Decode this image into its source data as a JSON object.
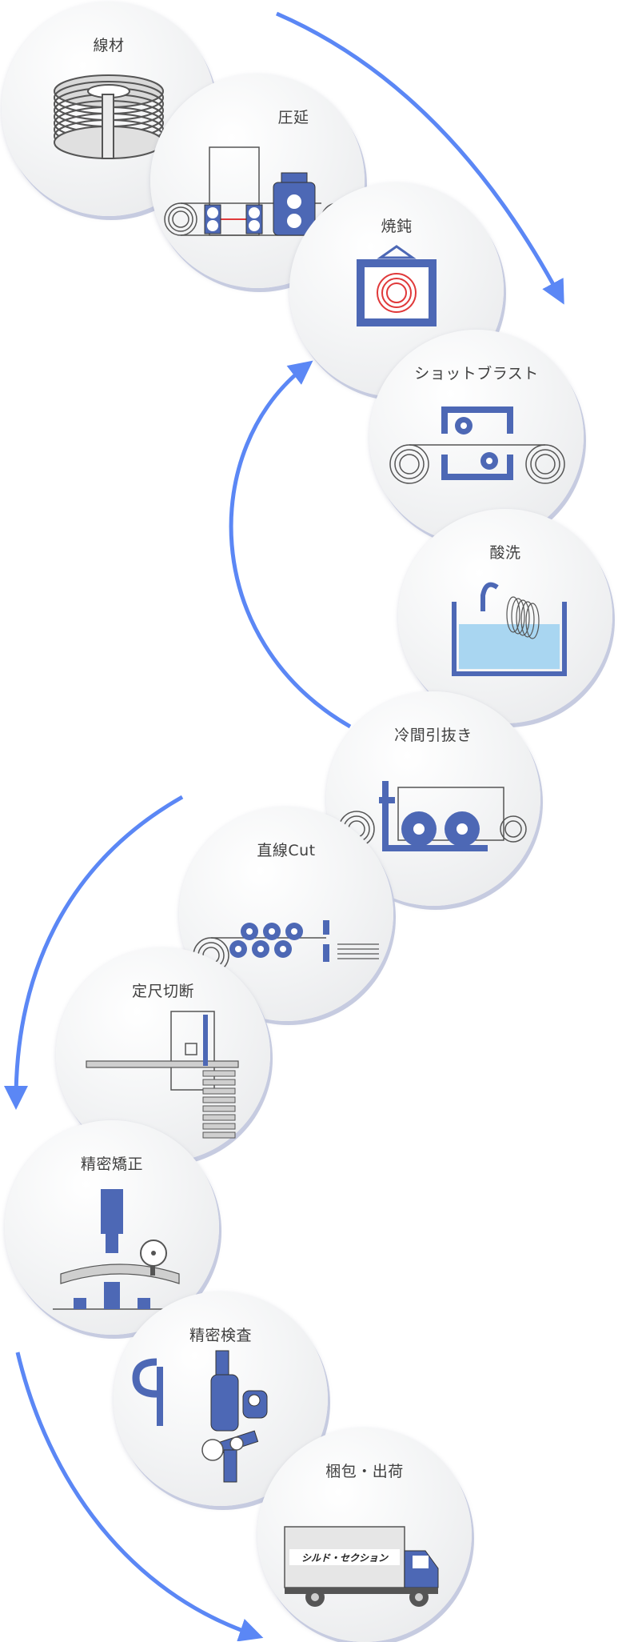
{
  "colors": {
    "accent": "#5b87f5",
    "machine": "#4d68b5",
    "outline": "#555555",
    "shadow": "#c6cbe0",
    "water": "#a9d6f1",
    "coil_red": "#e0393a"
  },
  "steps": [
    {
      "label": "線材",
      "icon": "wire-coil-icon"
    },
    {
      "label": "圧延",
      "icon": "rolling-mill-icon"
    },
    {
      "label": "焼鈍",
      "icon": "annealing-furnace-icon"
    },
    {
      "label": "ショットブラスト",
      "icon": "shot-blast-icon"
    },
    {
      "label": "酸洗",
      "icon": "pickling-tank-icon"
    },
    {
      "label": "冷間引抜き",
      "icon": "cold-drawing-icon"
    },
    {
      "label": "直線Cut",
      "icon": "straightening-cut-icon"
    },
    {
      "label": "定尺切断",
      "icon": "fixed-length-cutting-icon"
    },
    {
      "label": "精密矯正",
      "icon": "precision-straightening-icon"
    },
    {
      "label": "精密検査",
      "icon": "microscope-inspection-icon"
    },
    {
      "label": "梱包・出荷",
      "icon": "delivery-truck-icon"
    }
  ],
  "truck": {
    "logo_text": "シルド・セクション"
  }
}
